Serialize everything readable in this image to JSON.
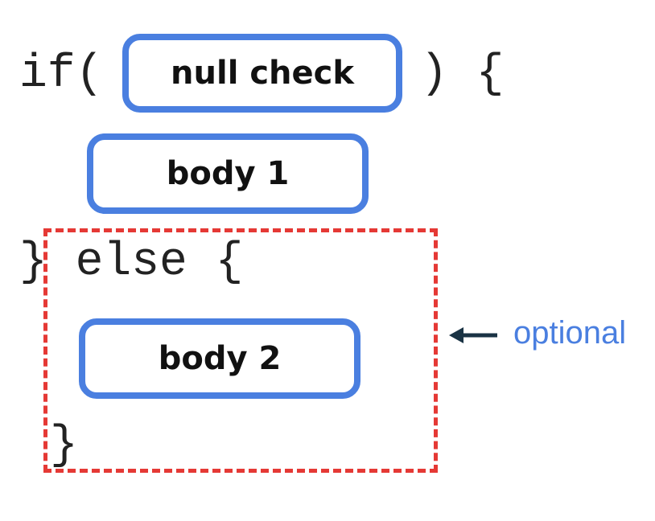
{
  "code": {
    "if_open": "if(",
    "if_close": ") {",
    "close_else": "} else {",
    "final_close": "}"
  },
  "boxes": {
    "condition": "null check",
    "body1": "body 1",
    "body2": "body 2"
  },
  "annotation": {
    "label": "optional"
  },
  "colors": {
    "box_border": "#4a7fe0",
    "dashed_border": "#e53935",
    "arrow": "#1a3344",
    "label": "#4a7fe0"
  }
}
